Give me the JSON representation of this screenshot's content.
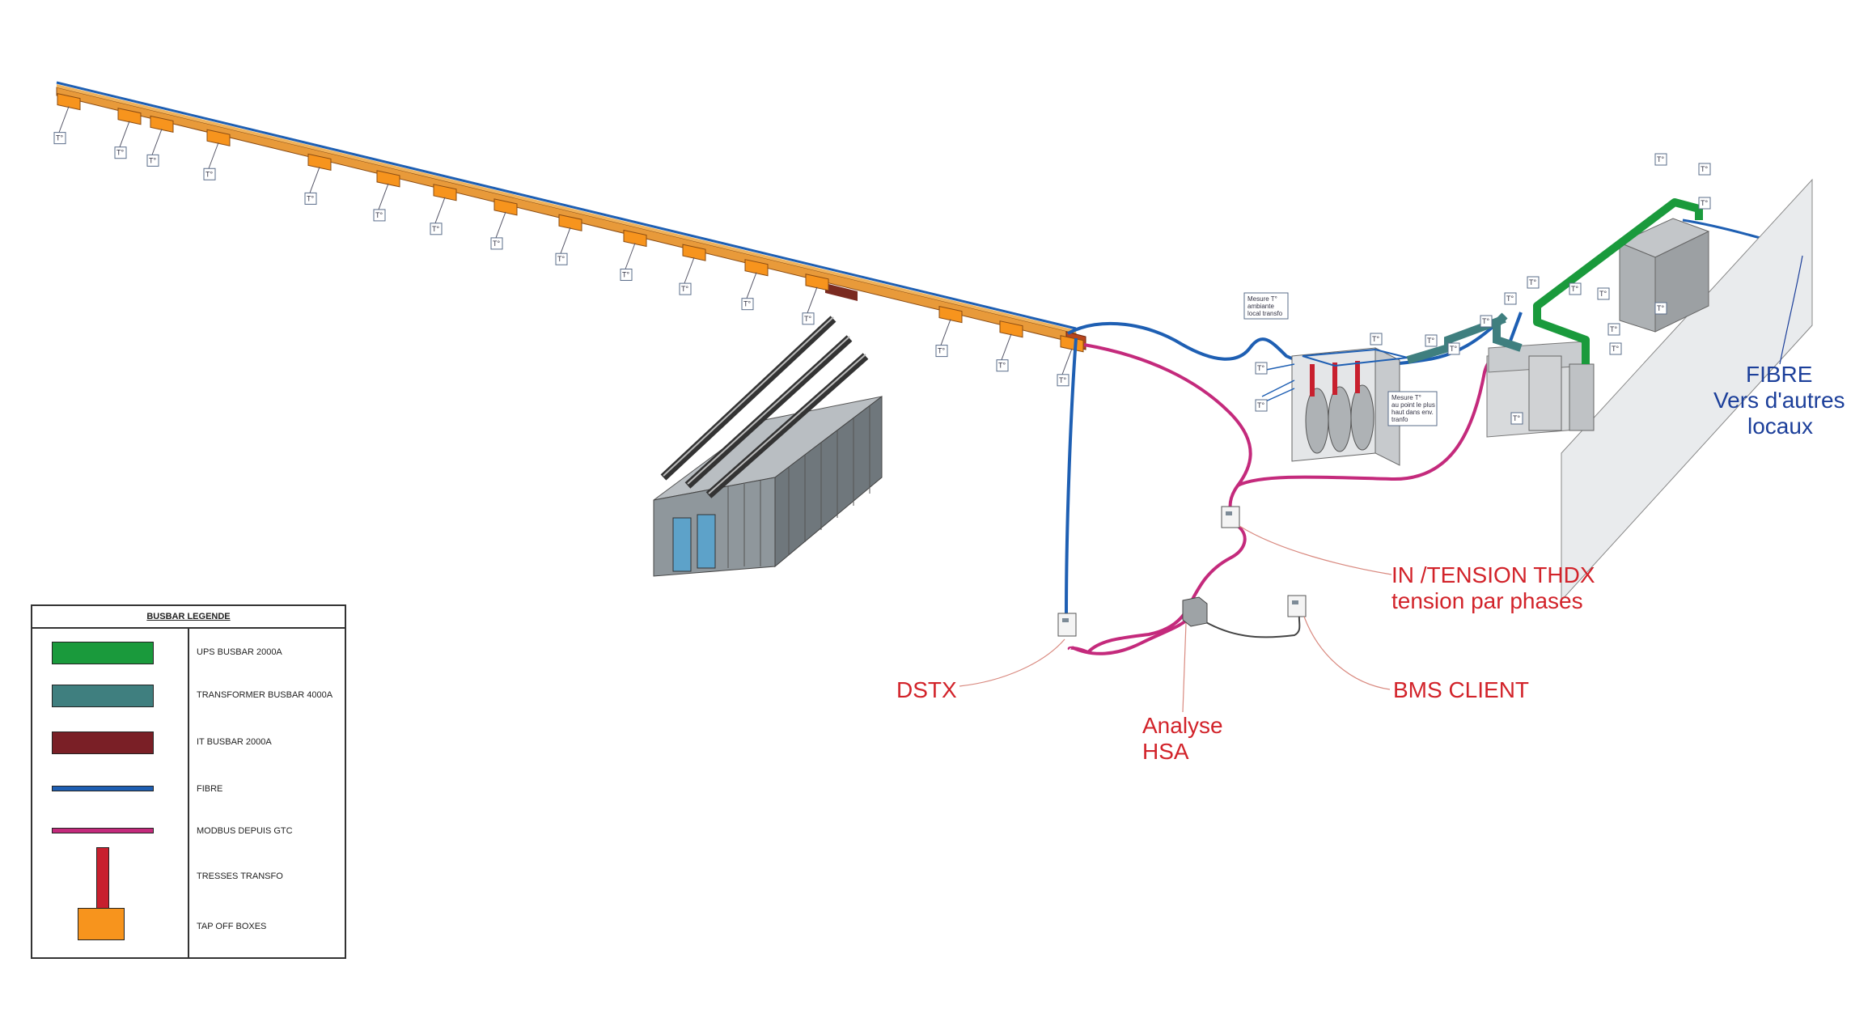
{
  "legend": {
    "title": "BUSBAR LEGENDE",
    "items": [
      {
        "label": "UPS BUSBAR 2000A",
        "color": "#1a9a3c",
        "shape": "bar"
      },
      {
        "label": "TRANSFORMER BUSBAR 4000A",
        "color": "#3f7f7f",
        "shape": "bar"
      },
      {
        "label": "IT BUSBAR 2000A",
        "color": "#7a1f26",
        "shape": "bar"
      },
      {
        "label": "FIBRE",
        "color": "#1e5fb3",
        "shape": "line"
      },
      {
        "label": "MODBUS DEPUIS GTC",
        "color": "#c42a7c",
        "shape": "line"
      },
      {
        "label": "TRESSES TRANSFO",
        "color": "#c8202e",
        "shape": "vertical"
      },
      {
        "label": "TAP OFF BOXES",
        "color": "#f7941d",
        "shape": "square"
      }
    ]
  },
  "callouts": {
    "dstx": "DSTX",
    "analyse_line1": "Analyse",
    "analyse_line2": "HSA",
    "in_tension_line1": "IN /TENSION THDX",
    "in_tension_line2": "tension par phases",
    "bms_client": "BMS CLIENT",
    "fibre_line1": "FIBRE",
    "fibre_line2": "Vers d'autres",
    "fibre_line3": "locaux"
  },
  "notes": {
    "mesure_ambiante": [
      "Mesure T°",
      "ambiante",
      "local transfo"
    ],
    "mesure_point_haut": [
      "Mesure T°",
      "au point le plus",
      "haut dans env.",
      "tranfo"
    ]
  },
  "tag_label": "T°",
  "colors": {
    "callout_red": "#d2232a",
    "callout_blue": "#1c3f9a",
    "fibre": "#1e5fb3",
    "modbus": "#c42a7c",
    "ups_busbar": "#1a9a3c",
    "tap_off": "#f7941d"
  }
}
